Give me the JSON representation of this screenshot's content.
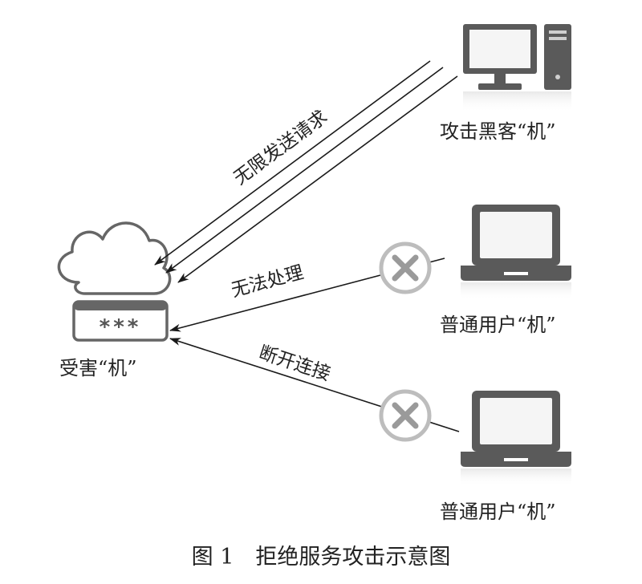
{
  "diagram": {
    "caption": "图 1　拒绝服务攻击示意图",
    "nodes": {
      "victim": {
        "label": "受害“机”",
        "screen_text": "***"
      },
      "attacker": {
        "label": "攻击黑客“机”"
      },
      "user1": {
        "label": "普通用户“机”"
      },
      "user2": {
        "label": "普通用户“机”"
      }
    },
    "edges": {
      "flood": {
        "label": "无限发送请求",
        "line_count": 3
      },
      "user1": {
        "label": "无法处理",
        "blocked": true
      },
      "user2": {
        "label": "断开连接",
        "blocked": true
      }
    },
    "colors": {
      "device_fill": "#5a5a5a",
      "device_light": "#cfcfcf",
      "line": "#1a1a1a",
      "block_circle": "#bdbdbd",
      "block_x": "#9a9a9a",
      "cloud_stroke": "#666666"
    }
  }
}
